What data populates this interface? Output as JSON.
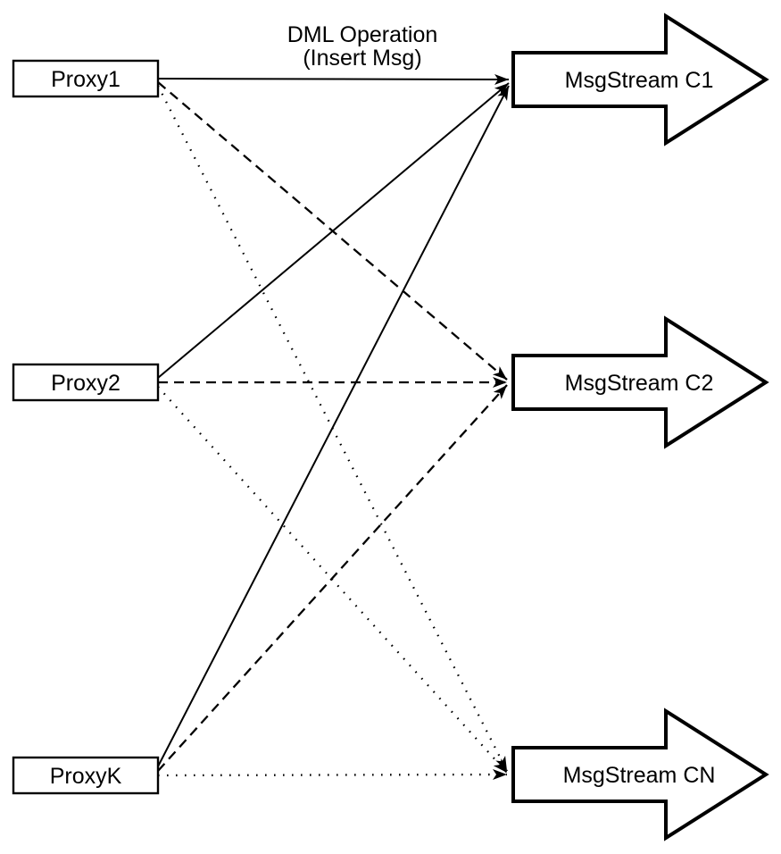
{
  "diagram": {
    "dml_label": {
      "line1": "DML Operation",
      "line2": "(Insert Msg)"
    },
    "proxies": [
      {
        "label": "Proxy1"
      },
      {
        "label": "Proxy2"
      },
      {
        "label": "ProxyK"
      }
    ],
    "streams": [
      {
        "label": "MsgStream C1"
      },
      {
        "label": "MsgStream C2"
      },
      {
        "label": "MsgStream CN"
      }
    ],
    "edges": [
      {
        "from": "Proxy1",
        "to": "MsgStream C1",
        "style": "solid",
        "label": "DML Operation (Insert Msg)"
      },
      {
        "from": "Proxy1",
        "to": "MsgStream C2",
        "style": "dashed",
        "label": ""
      },
      {
        "from": "Proxy1",
        "to": "MsgStream CN",
        "style": "dotted",
        "label": ""
      },
      {
        "from": "Proxy2",
        "to": "MsgStream C1",
        "style": "solid",
        "label": ""
      },
      {
        "from": "Proxy2",
        "to": "MsgStream C2",
        "style": "dashed",
        "label": ""
      },
      {
        "from": "Proxy2",
        "to": "MsgStream CN",
        "style": "dotted",
        "label": ""
      },
      {
        "from": "ProxyK",
        "to": "MsgStream C1",
        "style": "solid",
        "label": ""
      },
      {
        "from": "ProxyK",
        "to": "MsgStream C2",
        "style": "dashed",
        "label": ""
      },
      {
        "from": "ProxyK",
        "to": "MsgStream CN",
        "style": "dotted",
        "label": ""
      }
    ],
    "colors": {
      "stroke": "#000000",
      "fill": "#ffffff",
      "background": "#ffffff"
    }
  }
}
